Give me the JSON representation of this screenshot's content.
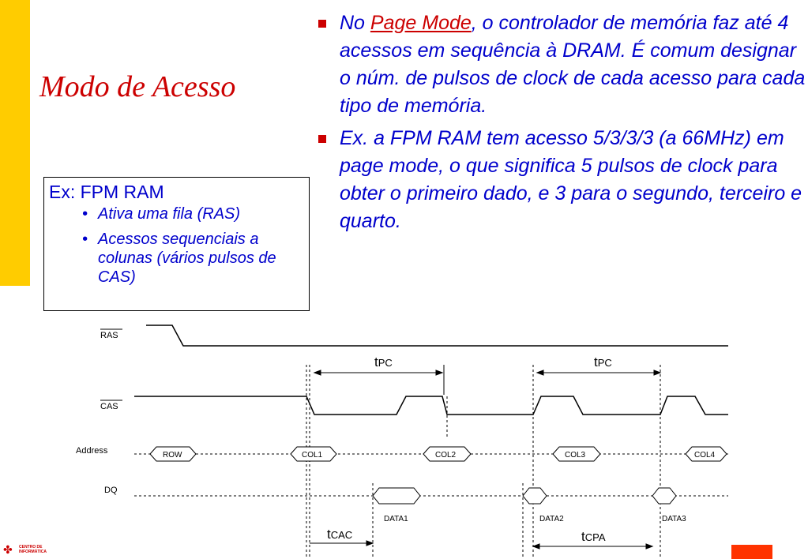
{
  "slide": {
    "title": "Modo de Acesso",
    "bullet1": {
      "before": "No ",
      "link": "Page Mode",
      "after": ", o controlador de memória faz até 4 acessos em sequência à DRAM. É comum designar o núm. de pulsos de clock de cada acesso para cada tipo de memória."
    },
    "bullet2": "Ex. a FPM RAM tem acesso 5/3/3/3 (a 66MHz) em page mode, o que significa 5 pulsos de clock para obter o primeiro dado, e 3 para o segundo, terceiro e quarto.",
    "example": {
      "title": "Ex: FPM RAM",
      "items": [
        "Ativa uma fila (RAS)",
        "Acessos sequenciais a colunas (vários pulsos de CAS)"
      ]
    },
    "footer_logo": "CENTRO DE INFORMÁTICA"
  },
  "timing": {
    "signals": [
      "RAS",
      "CAS",
      "Address",
      "DQ"
    ],
    "address_labels": [
      "ROW",
      "COL1",
      "COL2",
      "COL3",
      "COL4"
    ],
    "data_labels": [
      "DATA1",
      "DATA2",
      "DATA3"
    ],
    "tpc": "PC",
    "tcac": "CAC",
    "tcpa": "CPA",
    "t": "t"
  },
  "colors": {
    "accent": "#ffcc00",
    "title": "#cc0000",
    "text": "#0000cc",
    "bullet": "#cc0000"
  }
}
